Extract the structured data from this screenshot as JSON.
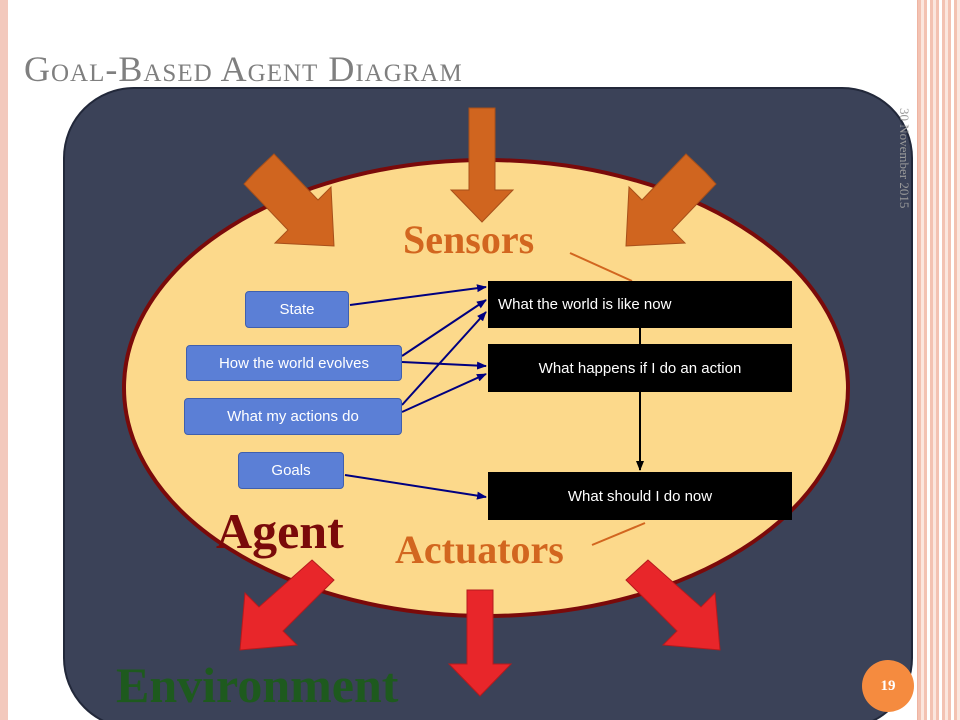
{
  "title": "Goal-Based Agent Diagram",
  "date": "30 November 2015",
  "page_number": "19",
  "labels": {
    "sensors": "Sensors",
    "agent": "Agent",
    "actuators": "Actuators",
    "environment": "Environment"
  },
  "boxes": {
    "state": "State",
    "how_world_evolves": "How the world evolves",
    "what_my_actions_do": "What my actions do",
    "goals": "Goals",
    "world_now": "What the world is like now",
    "what_happens": "What happens if I do an action",
    "what_should": "What should I do now"
  },
  "colors": {
    "environment_bg": "#3b4258",
    "agent_fill": "#fcd98b",
    "agent_border": "#7a0a0a",
    "sensor_arrow": "#d0651f",
    "actuator_arrow": "#e8262a",
    "box_blue": "#5b7fd6",
    "label_orange": "#d2661f",
    "environment_text": "#1e5a1e"
  }
}
